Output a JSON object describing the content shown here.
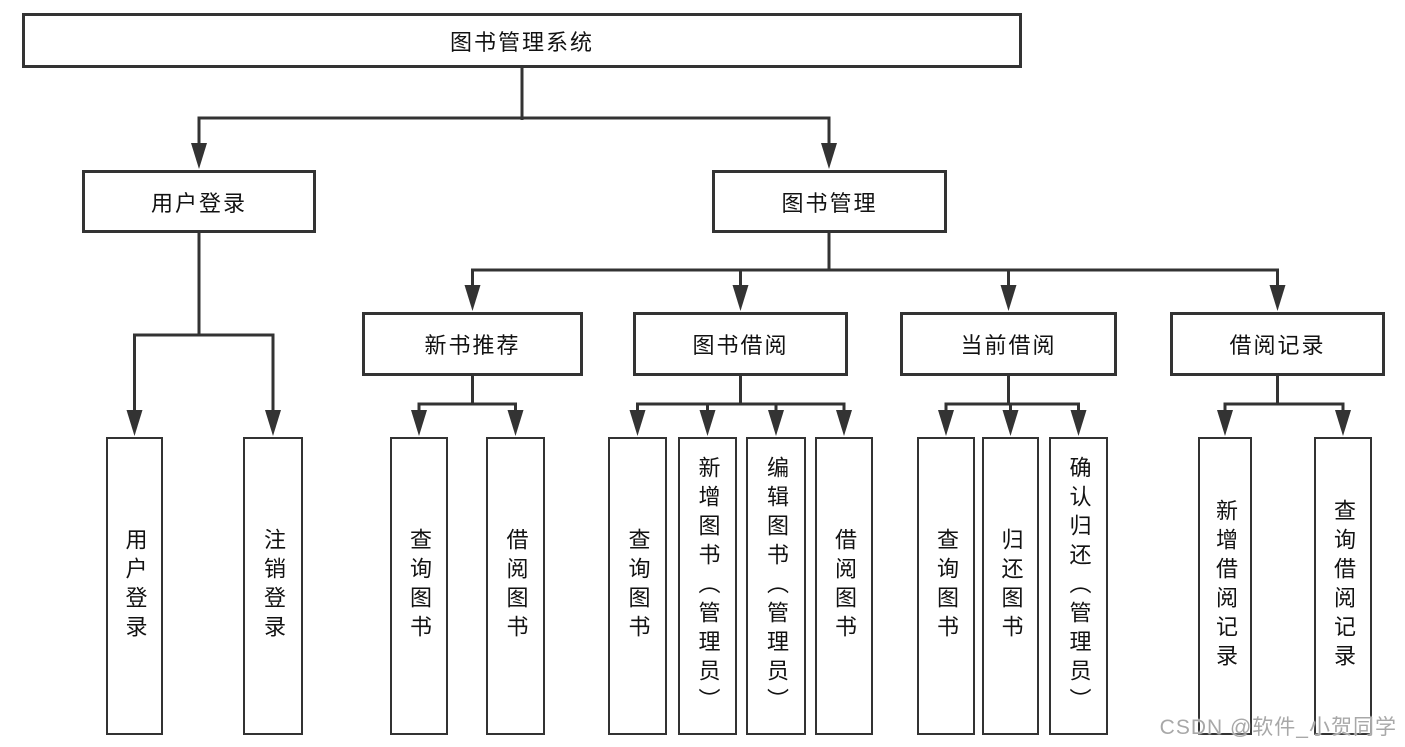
{
  "diagram_title": "图书管理系统",
  "colors": {
    "line": "#333333",
    "box_border": "#333333",
    "box_background": "#ffffff",
    "text": "#121212",
    "watermark": "#a8a8a8",
    "page_background": "#ffffff"
  },
  "tree": {
    "root_label": "图书管理系统",
    "branches": [
      {
        "label": "用户登录",
        "leaves": [
          "用户登录",
          "注销登录"
        ]
      },
      {
        "label": "图书管理",
        "sections": [
          {
            "label": "新书推荐",
            "leaves": [
              "查询图书",
              "借阅图书"
            ]
          },
          {
            "label": "图书借阅",
            "leaves": [
              "查询图书",
              "新增图书（管理员）",
              "编辑图书（管理员）",
              "借阅图书"
            ]
          },
          {
            "label": "当前借阅",
            "leaves": [
              "查询图书",
              "归还图书",
              "确认归还（管理员）"
            ]
          },
          {
            "label": "借阅记录",
            "leaves": [
              "新增借阅记录",
              "查询借阅记录"
            ]
          }
        ]
      }
    ]
  },
  "watermark": {
    "text": "CSDN @软件_小贺同学"
  }
}
